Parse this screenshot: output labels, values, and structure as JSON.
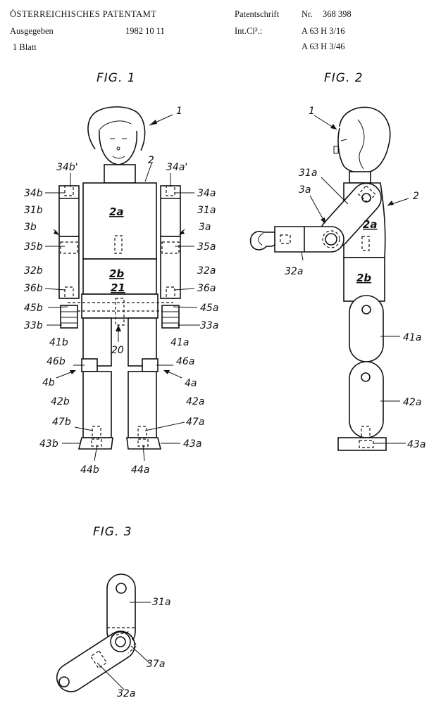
{
  "header": {
    "office": "ÖSTERREICHISCHES PATENTAMT",
    "issued_label": "Ausgegeben",
    "issued_date": "1982 10 11",
    "sheet": "1 Blatt",
    "doc_type_label": "Patentschrift",
    "number_label": "Nr.",
    "number": "368 398",
    "class_label": "Int.Cl³.:",
    "class_1": "A 63 H 3/16",
    "class_2": "A 63 H 3/46"
  },
  "figures": {
    "fig1": {
      "title": "FIG. 1",
      "labels": {
        "l1": "1",
        "l2": "2",
        "l2a": "2a",
        "l2b": "2b",
        "l21": "21",
        "l20": "20",
        "l34b1": "34b'",
        "l34a1": "34a'",
        "l34b": "34b",
        "l34a": "34a",
        "l31b": "31b",
        "l31a": "31a",
        "l3b": "3b",
        "l3a": "3a",
        "l35b": "35b",
        "l35a": "35a",
        "l32b": "32b",
        "l32a": "32a",
        "l36b": "36b",
        "l36a": "36a",
        "l45b": "45b",
        "l45a": "45a",
        "l33b": "33b",
        "l33a": "33a",
        "l41b": "41b",
        "l41a": "41a",
        "l46b": "46b",
        "l46a": "46a",
        "l4b": "4b",
        "l4a": "4a",
        "l42b": "42b",
        "l42a": "42a",
        "l47b": "47b",
        "l47a": "47a",
        "l43b": "43b",
        "l43a": "43a",
        "l44b": "44b",
        "l44a": "44a"
      }
    },
    "fig2": {
      "title": "FIG. 2",
      "labels": {
        "l1": "1",
        "l2": "2",
        "l31a": "31a",
        "l3a": "3a",
        "l2a": "2a",
        "l32a": "32a",
        "l2b": "2b",
        "l41a": "41a",
        "l42a": "42a",
        "l43a": "43a"
      }
    },
    "fig3": {
      "title": "FIG. 3",
      "labels": {
        "l31a": "31a",
        "l37a": "37a",
        "l32a": "32a"
      }
    }
  }
}
